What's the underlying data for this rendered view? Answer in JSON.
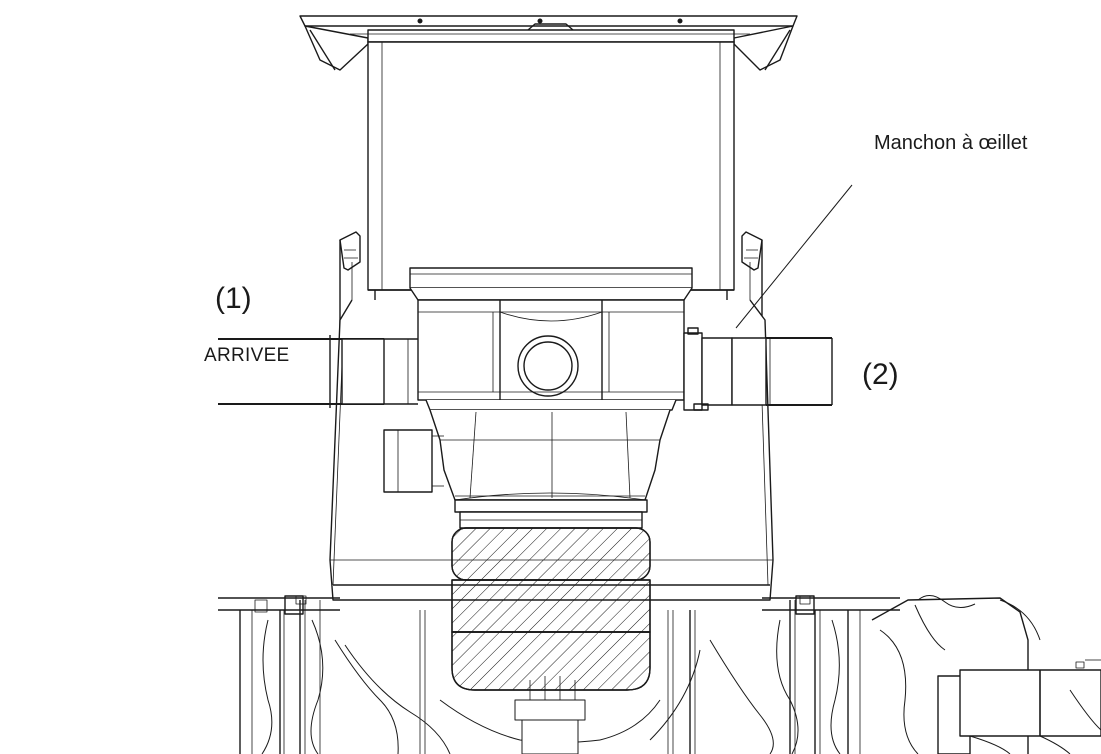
{
  "labels": {
    "arrivee": "ARRIVEE",
    "inlet_number": "(1)",
    "outlet_number": "(2)",
    "manchon": "Manchon à œillet"
  },
  "colors": {
    "ink": "#1a1a1a",
    "background": "#ffffff"
  }
}
